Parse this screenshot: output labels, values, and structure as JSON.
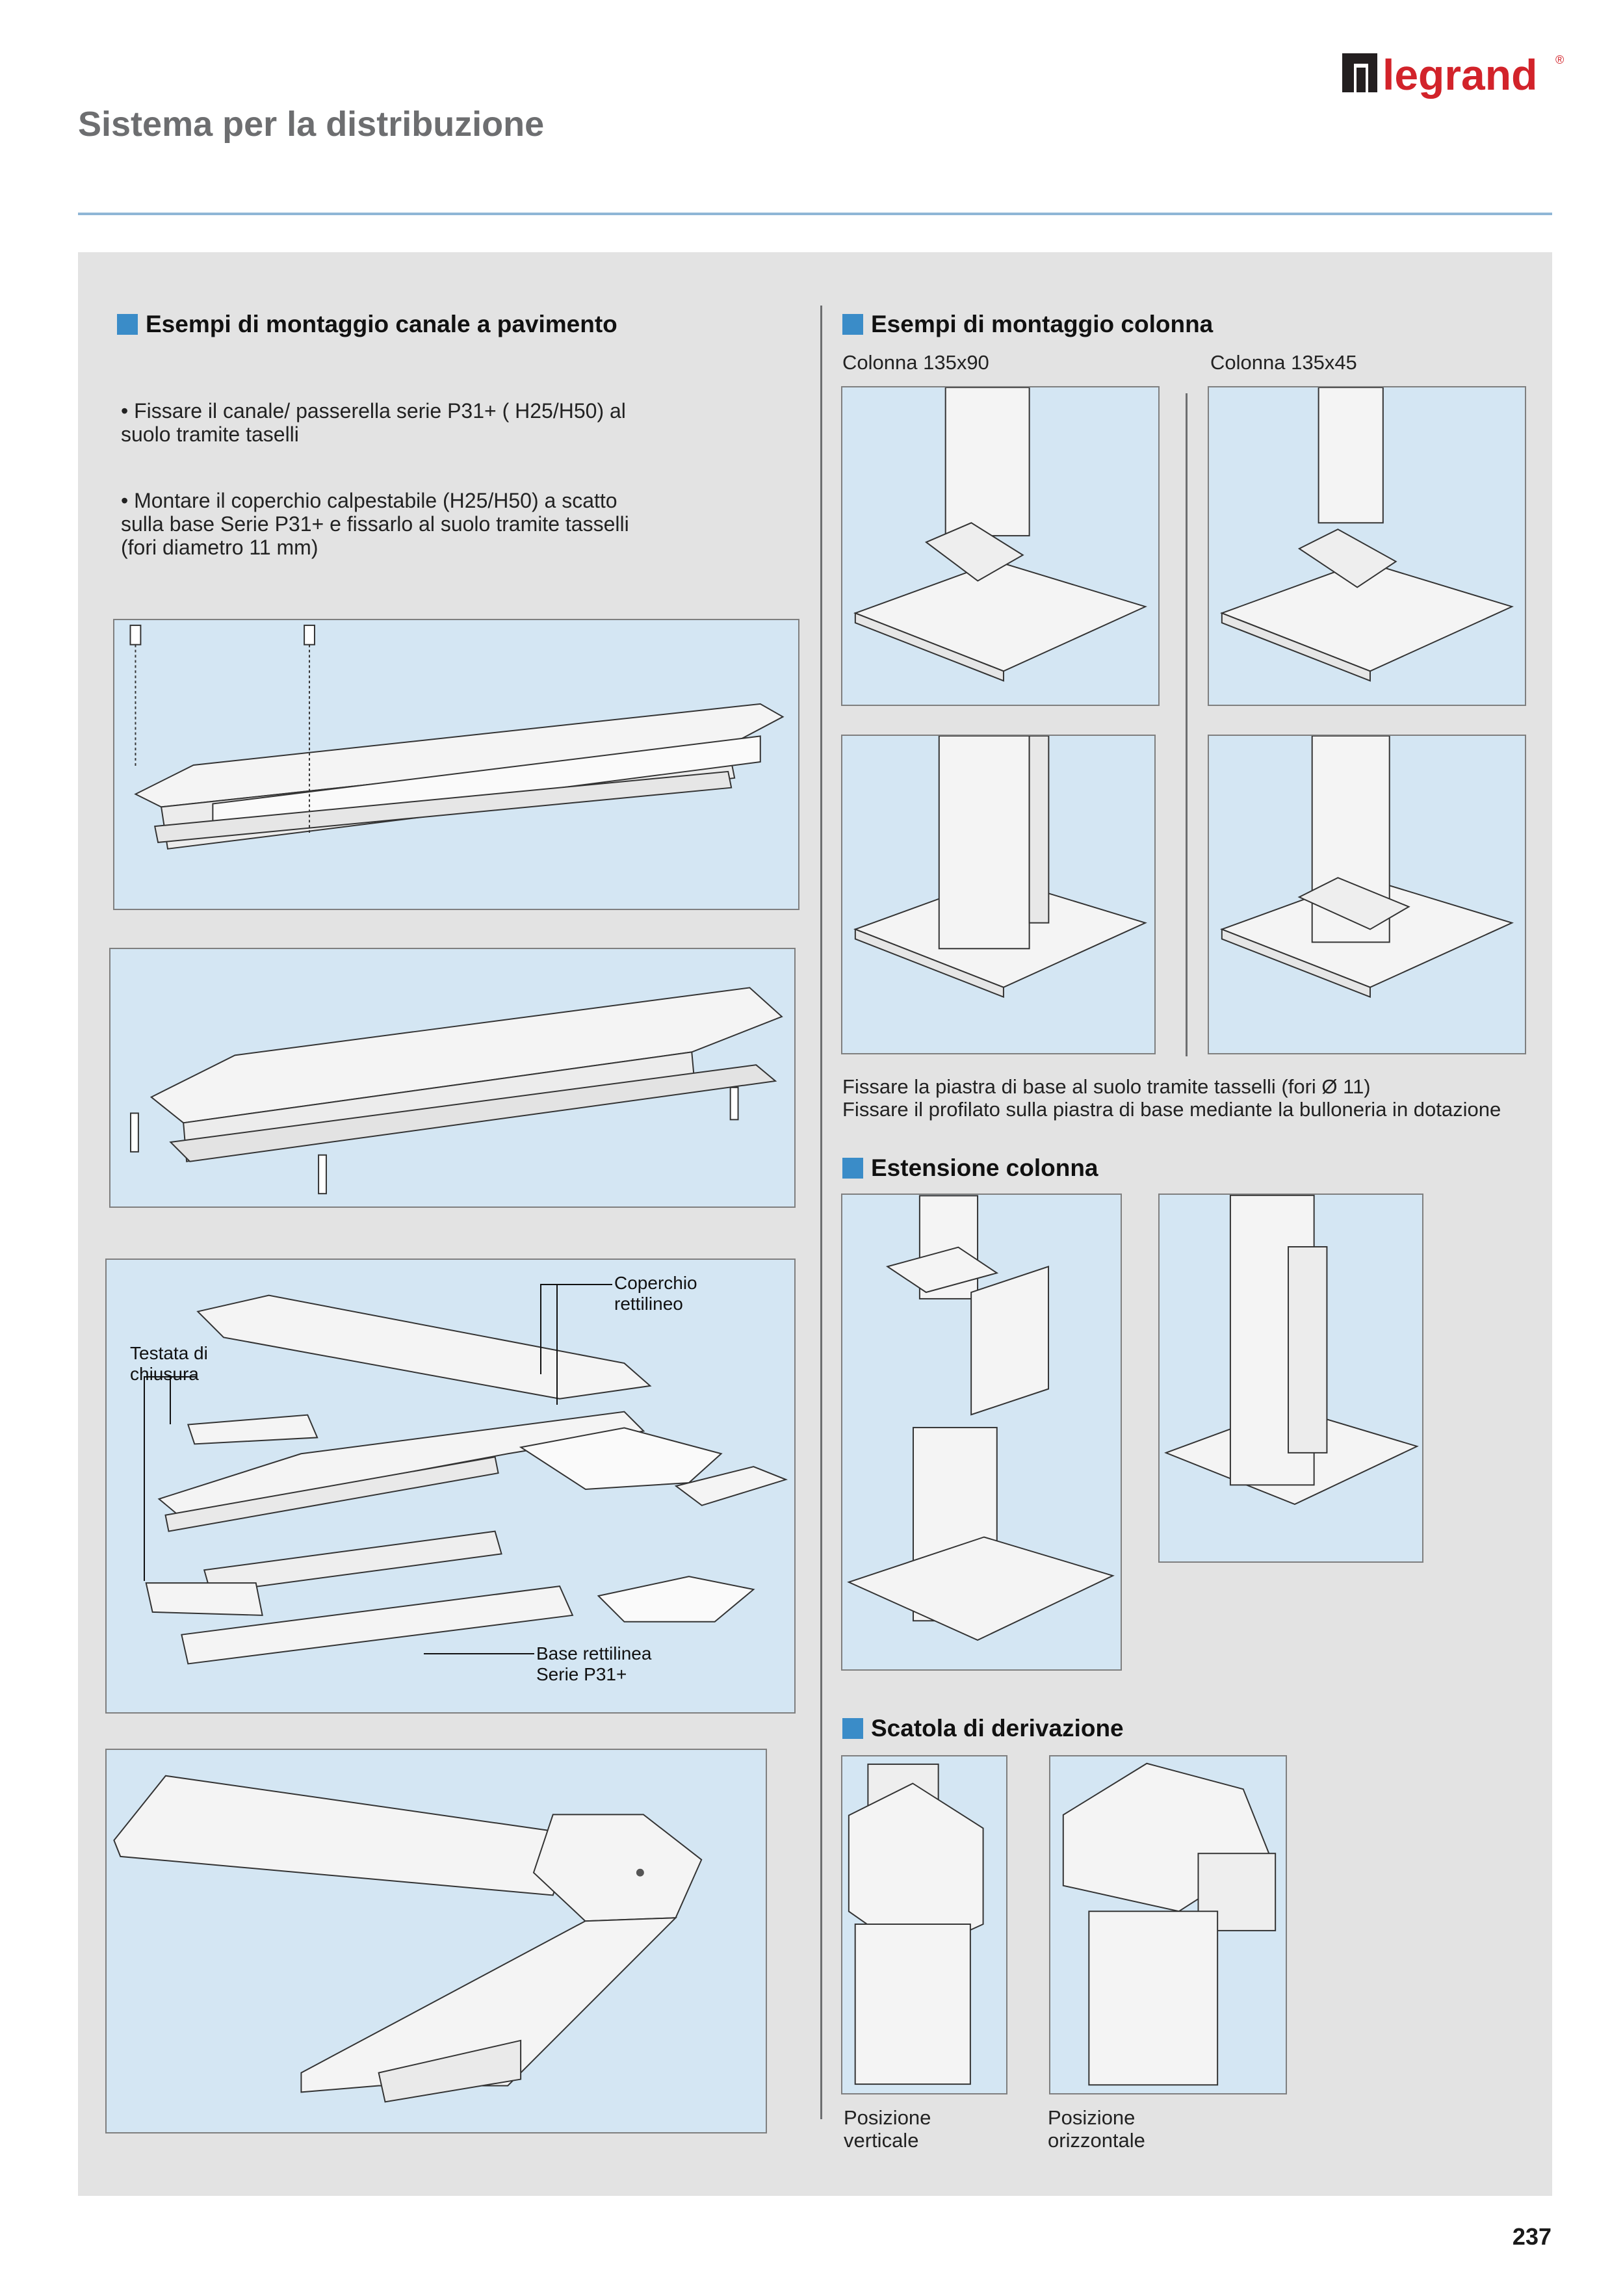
{
  "header": {
    "title": "Sistema per la distribuzione",
    "brand": "legrand",
    "brand_mark": "®"
  },
  "left": {
    "heading": "Esempi di montaggio canale a pavimento",
    "bullet1": [
      "• Fissare il canale/ passerella serie P31+ ( H25/H50) al",
      "suolo tramite taselli"
    ],
    "bullet2": [
      "• Montare il coperchio calpestabile (H25/H50) a scatto",
      "sulla base Serie P31+ e fissarlo al suolo tramite tasselli",
      "(fori diametro 11 mm)"
    ],
    "callouts": {
      "coperchio": [
        "Coperchio",
        "rettilineo"
      ],
      "testata": [
        "Testata di",
        "chiusura"
      ],
      "base": [
        "Base rettilinea",
        "Serie P31+"
      ]
    }
  },
  "colonna": {
    "heading": "Esempi di montaggio colonna",
    "label_a": "Colonna 135x90",
    "label_b": "Colonna 135x45",
    "note1": "Fissare la piastra di base al suolo tramite tasselli (fori Ø 11)",
    "note2": "Fissare il profilato sulla piastra di base mediante la bulloneria in dotazione"
  },
  "estensione": {
    "heading": "Estensione colonna"
  },
  "scatola": {
    "heading": "Scatola di derivazione",
    "label_v": [
      "Posizione",
      "verticale"
    ],
    "label_o": [
      "Posizione",
      "orizzontale"
    ]
  },
  "footer": {
    "page_number": "237"
  },
  "colors": {
    "accent": "#3a8cc8",
    "rule": "#8fb6d6",
    "panel": "#e3e3e3",
    "figure_bg": "#d4e6f3",
    "brand_red": "#d2232a"
  }
}
